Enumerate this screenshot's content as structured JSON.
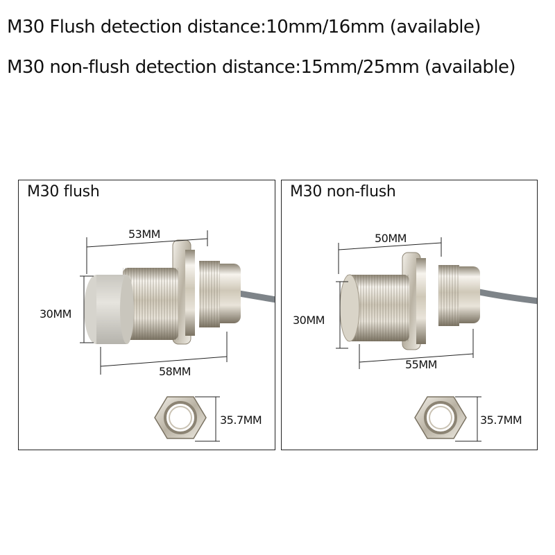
{
  "header": {
    "line1": "M30 Flush detection distance:10mm/16mm (available)",
    "line2": "M30 non-flush detection distance:15mm/25mm (available)"
  },
  "panels": {
    "flush": {
      "title": "M30 flush",
      "dim_top": "53MM",
      "dim_height": "30MM",
      "dim_bottom": "58MM",
      "dim_nut": "35.7MM"
    },
    "nonflush": {
      "title": "M30 non-flush",
      "dim_top": "50MM",
      "dim_height": "30MM",
      "dim_bottom": "55MM",
      "dim_nut": "35.7MM"
    }
  },
  "colors": {
    "metal_light": "#f4f1ea",
    "metal_mid": "#cfc8b8",
    "metal_dark": "#8c8474",
    "cap_flush": "#dcdad3",
    "cable": "#7e8489",
    "frame": "#222222"
  },
  "icons": {
    "sensor": "cylindrical-proximity-sensor",
    "nut": "hex-nut"
  }
}
